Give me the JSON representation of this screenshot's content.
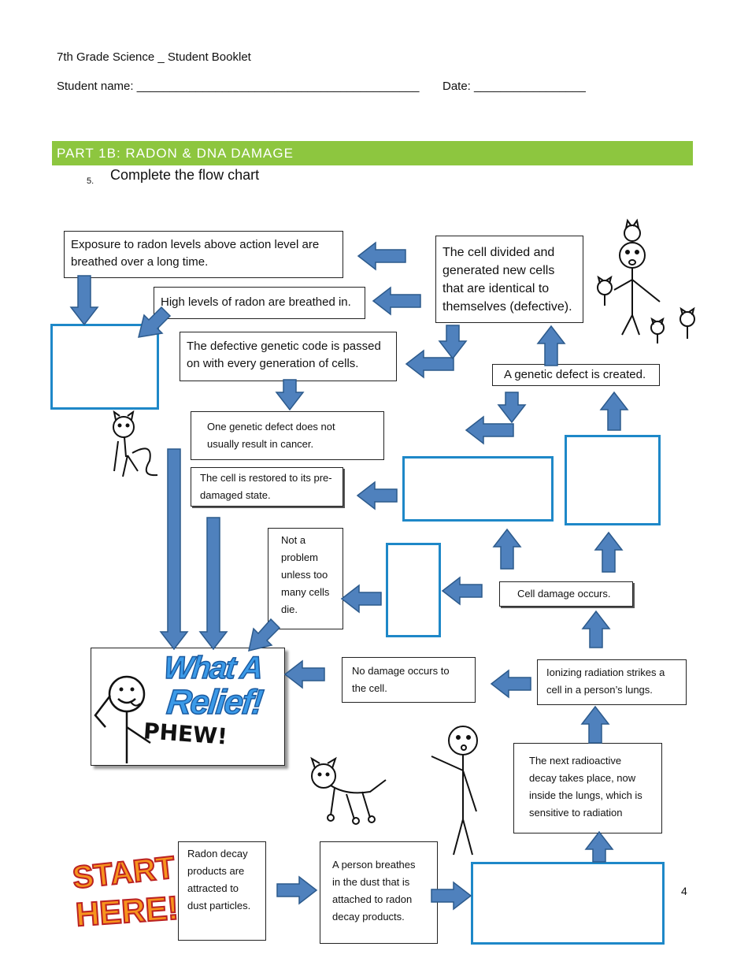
{
  "header": {
    "booklet_title": "7th Grade Science _ Student Booklet",
    "student_label": "Student name: ___________________________________________",
    "date_label": "Date: _________________"
  },
  "section": {
    "title": "PART 1B: RADON & DNA DAMAGE"
  },
  "question": {
    "number": "5.",
    "text": "Complete the flow chart"
  },
  "boxes": {
    "exposure": "Exposure to radon levels above action level are breathed over a long time.",
    "high_levels": "High levels of radon are breathed in.",
    "cell_divided": "The cell divided and generated new cells that are identical to themselves (defective).",
    "defective_code": "The defective genetic code is passed on with every generation of cells.",
    "genetic_defect": "A genetic defect is created.",
    "one_defect": "One genetic defect does not usually result in cancer.",
    "restored": "The cell is restored to its pre-damaged state.",
    "not_problem": "Not a problem unless too many cells die.",
    "cell_damage": "Cell damage occurs.",
    "no_damage": "No damage occurs to the cell.",
    "ionizing": "Ionizing radiation strikes a cell in a person’s lungs.",
    "next_decay": "The next radioactive decay takes place, now inside the lungs, which is sensitive to radiation",
    "radon_decay": "Radon decay products are attracted to dust particles.",
    "person_breathes": "A person breathes in the dust that is attached to radon decay products."
  },
  "relief": {
    "line1": "What A",
    "line2": "Relief!",
    "phew": "PHEW!"
  },
  "start": {
    "line1": "START",
    "line2": "HERE!"
  },
  "page_number": "4",
  "colors": {
    "banner": "#8dc63f",
    "arrow": "#4f81bd",
    "blank_border": "#1e88c8"
  }
}
